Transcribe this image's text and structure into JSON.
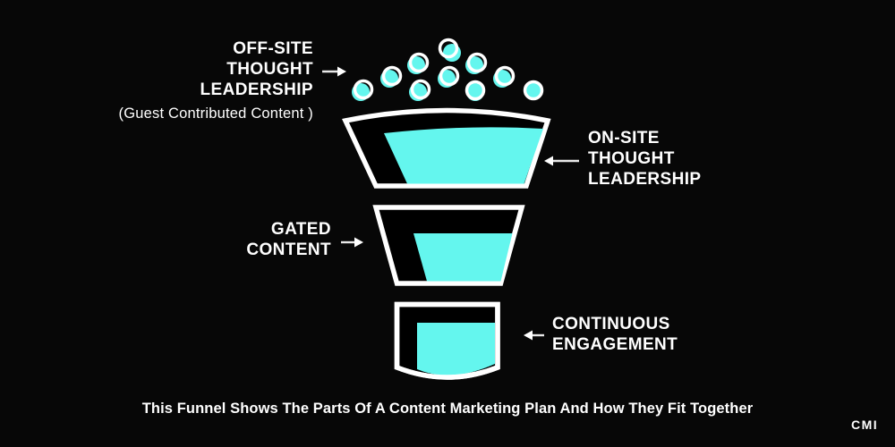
{
  "colors": {
    "background": "#070707",
    "funnel_fill": "#64F6EE",
    "outline": "#FFFFFF",
    "section_interior": "#000000"
  },
  "annotations": {
    "offsite": {
      "line1": "OFF-SITE",
      "line2": "THOUGHT",
      "line3": "LEADERSHIP",
      "subtitle": "(Guest Contributed Content )"
    },
    "onsite": {
      "line1": "ON-SITE",
      "line2": "THOUGHT",
      "line3": "LEADERSHIP"
    },
    "gated": {
      "line1": "GATED",
      "line2": "CONTENT"
    },
    "continuous": {
      "line1": "CONTINUOUS",
      "line2": "ENGAGEMENT"
    }
  },
  "caption": "This Funnel Shows The Parts Of A Content Marketing Plan And How They Fit Together",
  "logo": "CMI",
  "funnel": {
    "sections": [
      {
        "name": "top",
        "label_ref": "onsite"
      },
      {
        "name": "middle",
        "label_ref": "gated"
      },
      {
        "name": "bottom",
        "label_ref": "continuous"
      }
    ],
    "droplets": [
      [
        406,
        100,
        -3,
        3
      ],
      [
        438,
        85,
        -3,
        3
      ],
      [
        468,
        70,
        -3,
        3
      ],
      [
        470,
        100,
        -3,
        3
      ],
      [
        501,
        54,
        4,
        5
      ],
      [
        502,
        85,
        -3,
        3
      ],
      [
        533,
        70,
        -3,
        3
      ],
      [
        531,
        101,
        0,
        2
      ],
      [
        564,
        85,
        -3,
        3
      ],
      [
        596,
        101,
        0,
        1
      ]
    ]
  }
}
